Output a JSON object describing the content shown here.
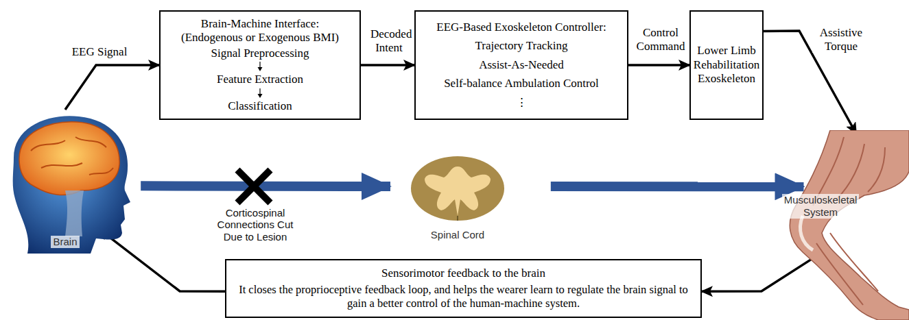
{
  "diagram": {
    "nodes": [
      {
        "text": [
          "Brain-Machine Interface: (Endogenous or Exogenous BMI)",
          "Signal Preprocessing",
          "Feature Extraction",
          "Classification"
        ]
      },
      {
        "text": [
          "EEG-Based Exoskeleton Controller:",
          "Trajectory Tracking",
          "Assist-As-Needed",
          "Self-balance Ambulation Control",
          "⋮"
        ]
      },
      {
        "text": [
          "Lower Limb Rehabilitation Exoskeleton"
        ]
      },
      {
        "text": [
          "Brain"
        ]
      },
      {
        "text": [
          "Spinal Cord"
        ]
      },
      {
        "text": [
          "Musculoskeletal System"
        ]
      },
      {
        "text": [
          "Sensorimotor feedback to the brain",
          "It closes the proprioceptive feedback loop, and helps the wearer learn to regulate the brain signal to gain a better control of the human-machine system."
        ]
      }
    ],
    "edges": [
      {
        "from": 3,
        "to": 0,
        "arrow": "to",
        "label": "EEG Signal"
      },
      {
        "from": 0,
        "to": 1,
        "arrow": "to",
        "label": "Decoded Intent"
      },
      {
        "from": 1,
        "to": 2,
        "arrow": "to",
        "label": "Control Command"
      },
      {
        "from": 2,
        "to": 5,
        "arrow": "to",
        "label": "Assistive Torque"
      },
      {
        "from": 3,
        "to": 4,
        "arrow": "to",
        "label": "Corticospinal Connections Cut Due to Lesion"
      },
      {
        "from": 4,
        "to": 5,
        "arrow": "to"
      },
      {
        "from": 5,
        "to": 6,
        "arrow": "to"
      },
      {
        "from": 6,
        "to": 3,
        "arrow": "to"
      }
    ]
  }
}
